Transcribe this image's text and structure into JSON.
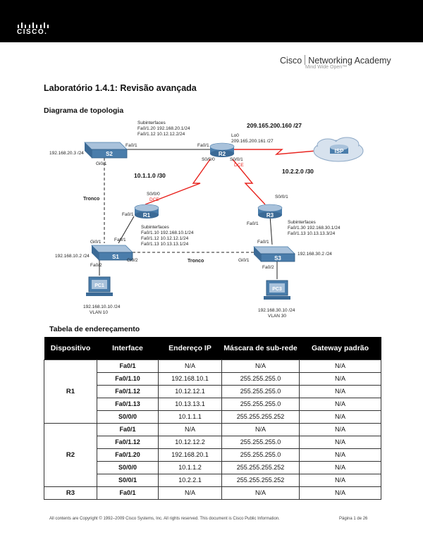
{
  "brand": {
    "cisco_text": "CISCO.",
    "academy_left": "Cisco",
    "academy_right": "Networking Academy",
    "tagline": "Mind Wide Open™"
  },
  "title": "Laboratório 1.4.1: Revisão avançada",
  "topology": {
    "heading": "Diagrama de topologia",
    "labels": {
      "s2_sub_title": "Subinterfaces",
      "s2_sub_1": "Fa0/1.20 192.168.20.1/24",
      "s2_sub_2": "Fa0/1.12 10.12.12.2/24",
      "net_isp": "209.165.200.160 /27",
      "r2_lo0": "Lo0",
      "r2_lo0_ip": "209.165.200.161 /27",
      "s2_ip": "192.168.20.3 /24",
      "s2_fa": "Fa0/1",
      "r2_fa": "Fa0/1",
      "s2_gi": "Gi0/1",
      "r2_s000": "S0/0/0",
      "r2_s001": "S0/0/1",
      "dce_r2": "DCE",
      "net_r1r2": "10.1.1.0 /30",
      "net_r2r3": "10.2.2.0 /30",
      "tronco_left": "Tronco",
      "r1_s000": "S0/0/0",
      "dce_r1": "DCE",
      "r1_fa": "Fa0/1",
      "r1_sub_title": "Subinterfaces",
      "r1_sub_1": "Fa0/1.10 192.168.10.1/24",
      "r1_sub_2": "Fa0/1.12 10.12.12.1/24",
      "r1_sub_3": "Fa0/1.13 10.13.13.1/24",
      "s1_fa": "Fa0/1",
      "s1_gi1": "Gi0/1",
      "s1_ip": "192.168.10.2 /24",
      "s1_fa2": "Fa0/2",
      "s1_gi2": "Gi0/2",
      "tronco_mid": "Tronco",
      "r3_s001": "S0/0/1",
      "r3_fa": "Fa0/1",
      "r3_sub_title": "Subinterfaces",
      "r3_sub_1": "Fa0/1.30 192.168.30.1/24",
      "r3_sub_2": "Fa0/1.13 10.13.13.3/24",
      "s3_fa1": "Fa0/1",
      "s3_gi": "Gi0/1",
      "s3_ip": "192.168.30.2 /24",
      "s3_fa2": "Fa0/2",
      "pc1_ip": "192.168.10.10 /24",
      "pc1_vlan": "VLAN 10",
      "pc3_ip": "192.168.30.10 /24",
      "pc3_vlan": "VLAN 30"
    },
    "devices": {
      "s2": "S2",
      "r2": "R2",
      "isp": "ISP",
      "r1": "R1",
      "r3": "R3",
      "s1": "S1",
      "s3": "S3",
      "pc1": "PC1",
      "pc3": "PC3"
    }
  },
  "table": {
    "heading": "Tabela de endereçamento",
    "headers": [
      "Dispositivo",
      "Interface",
      "Endereço IP",
      "Máscara de sub-rede",
      "Gateway padrão"
    ],
    "groups": [
      {
        "device": "R1",
        "rows": [
          [
            "Fa0/1",
            "N/A",
            "N/A",
            "N/A"
          ],
          [
            "Fa0/1.10",
            "192.168.10.1",
            "255.255.255.0",
            "N/A"
          ],
          [
            "Fa0/1.12",
            "10.12.12.1",
            "255.255.255.0",
            "N/A"
          ],
          [
            "Fa0/1.13",
            "10.13.13.1",
            "255.255.255.0",
            "N/A"
          ],
          [
            "S0/0/0",
            "10.1.1.1",
            "255.255.255.252",
            "N/A"
          ]
        ]
      },
      {
        "device": "R2",
        "rows": [
          [
            "Fa0/1",
            "N/A",
            "N/A",
            "N/A"
          ],
          [
            "Fa0/1.12",
            "10.12.12.2",
            "255.255.255.0",
            "N/A"
          ],
          [
            "Fa0/1.20",
            "192.168.20.1",
            "255.255.255.0",
            "N/A"
          ],
          [
            "S0/0/0",
            "10.1.1.2",
            "255.255.255.252",
            "N/A"
          ],
          [
            "S0/0/1",
            "10.2.2.1",
            "255.255.255.252",
            "N/A"
          ]
        ]
      },
      {
        "device": "R3",
        "rows": [
          [
            "Fa0/1",
            "N/A",
            "N/A",
            "N/A"
          ]
        ]
      }
    ]
  },
  "footer": {
    "copyright": "All contents are Copyright © 1992–2009 Cisco Systems, Inc. All rights reserved. This document is Cisco Public Information.",
    "page": "Página 1 de 26"
  },
  "colors": {
    "header_bg": "#000000",
    "serial_link": "#e8231e",
    "isp_cloud": "#8ea9c6",
    "device_blue": "#4a7dab"
  }
}
